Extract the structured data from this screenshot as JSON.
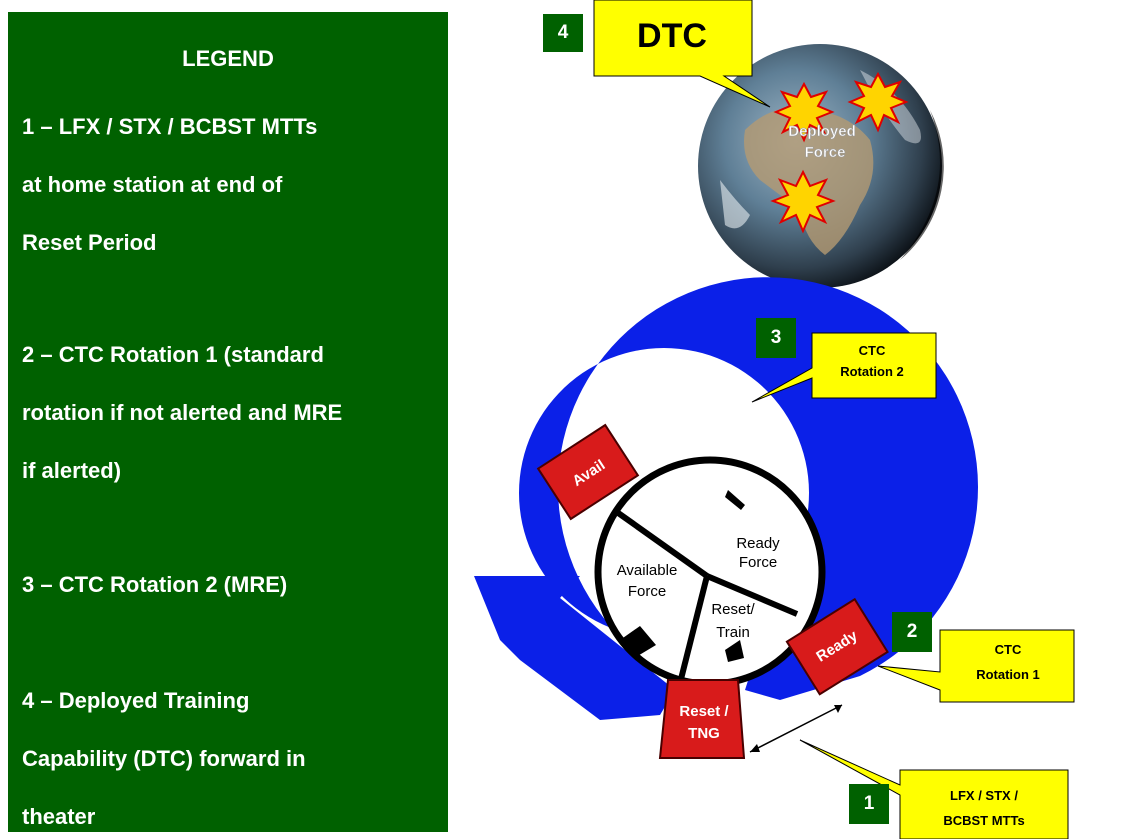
{
  "legend": {
    "title": "LEGEND",
    "lines": [
      "1 – LFX / STX / BCBST MTTs",
      "at home station at end of",
      "Reset Period",
      "2 – CTC Rotation 1 (standard",
      "rotation if not alerted and MRE",
      "if alerted)",
      "3 – CTC Rotation 2 (MRE)",
      "4 – Deployed Training",
      "Capability (DTC) forward in",
      "theater"
    ]
  },
  "markers": {
    "m1": "1",
    "m2": "2",
    "m3": "3",
    "m4": "4"
  },
  "callouts": {
    "dtc": "DTC",
    "ctc2_line1": "CTC",
    "ctc2_line2": "Rotation 2",
    "ctc1_line1": "CTC",
    "ctc1_line2": "Rotation 1",
    "mtt_line1": "LFX / STX /",
    "mtt_line2": "BCBST MTTs"
  },
  "globe": {
    "label_line1": "Deployed",
    "label_line2": "Force"
  },
  "cycle": {
    "title": "AC",
    "avail": "Avail",
    "ready": "Ready",
    "reset_line1": "Reset /",
    "reset_line2": "TNG",
    "ready_force_1": "Ready",
    "ready_force_2": "Force",
    "available_force_1": "Available",
    "available_force_2": "Force",
    "reset_train_1": "Reset/",
    "reset_train_2": "Train"
  },
  "colors": {
    "legend_bg": "#006100",
    "callout": "#ffff00",
    "cycle_blue": "#0b20e8",
    "stage_red": "#d81b1b"
  }
}
